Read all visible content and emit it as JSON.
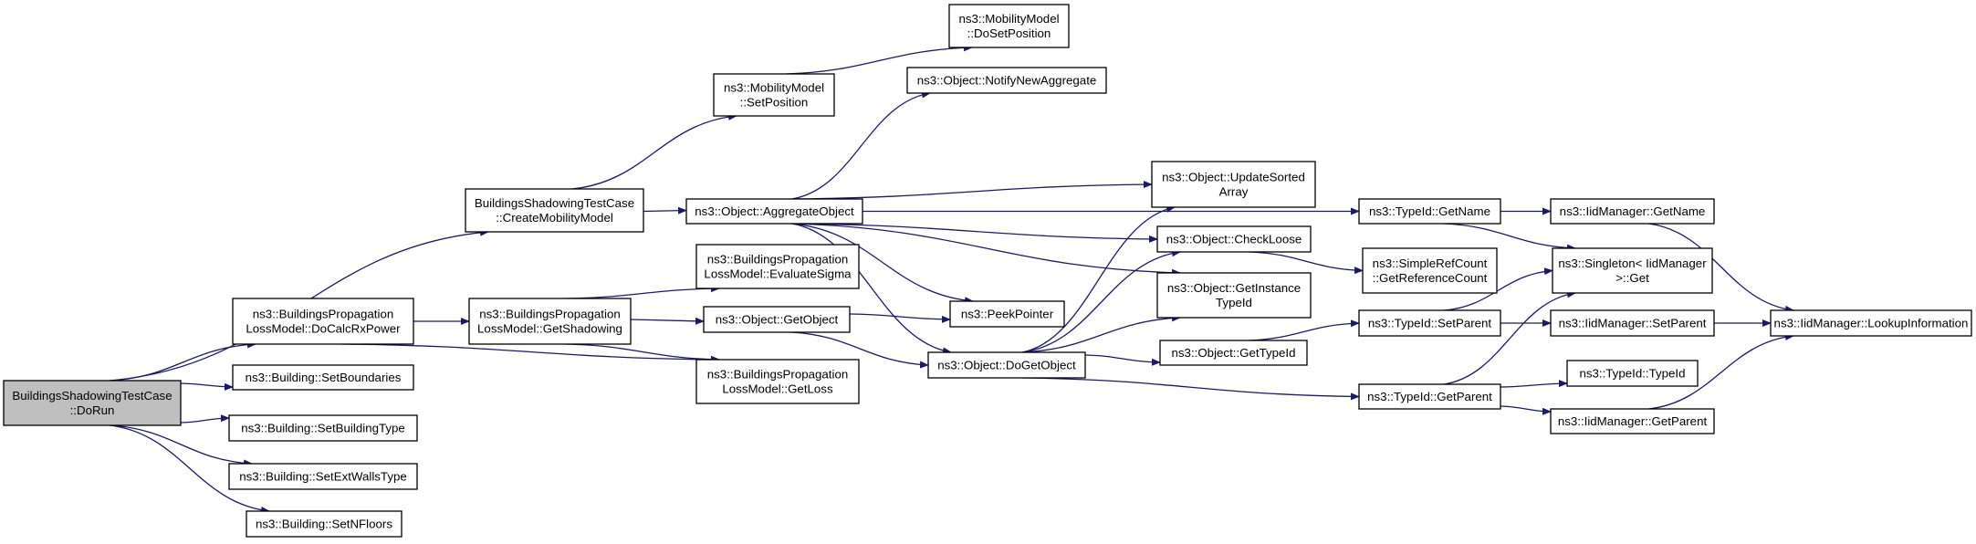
{
  "colors": {
    "edge": "#191970",
    "node_border": "#000000",
    "root_fill": "#bfbfbf",
    "node_fill": "#ffffff",
    "text": "#000000"
  },
  "nodes": {
    "dorun": {
      "lines": [
        "BuildingsShadowingTestCase",
        "::DoRun"
      ],
      "root": true
    },
    "createmob": {
      "lines": [
        "BuildingsShadowingTestCase",
        "::CreateMobilityModel"
      ]
    },
    "docalc": {
      "lines": [
        "ns3::BuildingsPropagation",
        "LossModel::DoCalcRxPower"
      ]
    },
    "setbound": {
      "lines": [
        "ns3::Building::SetBoundaries"
      ]
    },
    "setbtype": {
      "lines": [
        "ns3::Building::SetBuildingType"
      ]
    },
    "setext": {
      "lines": [
        "ns3::Building::SetExtWallsType"
      ]
    },
    "setnfl": {
      "lines": [
        "ns3::Building::SetNFloors"
      ]
    },
    "setpos": {
      "lines": [
        "ns3::MobilityModel",
        "::SetPosition"
      ]
    },
    "dosetpos": {
      "lines": [
        "ns3::MobilityModel",
        "::DoSetPosition"
      ]
    },
    "notify": {
      "lines": [
        "ns3::Object::NotifyNewAggregate"
      ]
    },
    "aggobj": {
      "lines": [
        "ns3::Object::AggregateObject"
      ]
    },
    "getshadow": {
      "lines": [
        "ns3::BuildingsPropagation",
        "LossModel::GetShadowing"
      ]
    },
    "evalsig": {
      "lines": [
        "ns3::BuildingsPropagation",
        "LossModel::EvaluateSigma"
      ]
    },
    "getobj": {
      "lines": [
        "ns3::Object::GetObject"
      ]
    },
    "getloss": {
      "lines": [
        "ns3::BuildingsPropagation",
        "LossModel::GetLoss"
      ]
    },
    "peek": {
      "lines": [
        "ns3::PeekPointer"
      ]
    },
    "dogetobj": {
      "lines": [
        "ns3::Object::DoGetObject"
      ]
    },
    "updsorted": {
      "lines": [
        "ns3::Object::UpdateSorted",
        "Array"
      ]
    },
    "checkloose": {
      "lines": [
        "ns3::Object::CheckLoose"
      ]
    },
    "getinst": {
      "lines": [
        "ns3::Object::GetInstance",
        "TypeId"
      ]
    },
    "gettypeid": {
      "lines": [
        "ns3::Object::GetTypeId"
      ]
    },
    "tgetname": {
      "lines": [
        "ns3::TypeId::GetName"
      ]
    },
    "getrefcnt": {
      "lines": [
        "ns3::SimpleRefCount",
        "::GetReferenceCount"
      ]
    },
    "tsetparent": {
      "lines": [
        "ns3::TypeId::SetParent"
      ]
    },
    "tgetparent": {
      "lines": [
        "ns3::TypeId::GetParent"
      ]
    },
    "igetname": {
      "lines": [
        "ns3::IidManager::GetName"
      ]
    },
    "singget": {
      "lines": [
        "ns3::Singleton< IidManager",
        " >::Get"
      ]
    },
    "isetparent": {
      "lines": [
        "ns3::IidManager::SetParent"
      ]
    },
    "ttypeid": {
      "lines": [
        "ns3::TypeId::TypeId"
      ]
    },
    "igetparent": {
      "lines": [
        "ns3::IidManager::GetParent"
      ]
    },
    "lookup": {
      "lines": [
        "ns3::IidManager::LookupInformation"
      ]
    }
  },
  "edges": [
    [
      "dorun",
      "createmob"
    ],
    [
      "dorun",
      "docalc"
    ],
    [
      "dorun",
      "setbound"
    ],
    [
      "dorun",
      "setbtype"
    ],
    [
      "dorun",
      "setext"
    ],
    [
      "dorun",
      "setnfl"
    ],
    [
      "createmob",
      "setpos"
    ],
    [
      "createmob",
      "aggobj"
    ],
    [
      "setpos",
      "dosetpos"
    ],
    [
      "aggobj",
      "notify"
    ],
    [
      "aggobj",
      "tgetname"
    ],
    [
      "aggobj",
      "updsorted"
    ],
    [
      "aggobj",
      "checkloose"
    ],
    [
      "aggobj",
      "getinst"
    ],
    [
      "aggobj",
      "peek"
    ],
    [
      "aggobj",
      "dogetobj"
    ],
    [
      "docalc",
      "getshadow"
    ],
    [
      "docalc",
      "getloss"
    ],
    [
      "getshadow",
      "evalsig"
    ],
    [
      "getshadow",
      "getobj"
    ],
    [
      "getshadow",
      "getloss"
    ],
    [
      "getobj",
      "peek"
    ],
    [
      "getobj",
      "dogetobj"
    ],
    [
      "dogetobj",
      "updsorted"
    ],
    [
      "dogetobj",
      "checkloose"
    ],
    [
      "dogetobj",
      "getinst"
    ],
    [
      "dogetobj",
      "gettypeid"
    ],
    [
      "dogetobj",
      "tgetparent"
    ],
    [
      "checkloose",
      "getrefcnt"
    ],
    [
      "gettypeid",
      "tsetparent"
    ],
    [
      "tgetname",
      "igetname"
    ],
    [
      "tgetname",
      "singget"
    ],
    [
      "tsetparent",
      "singget"
    ],
    [
      "tsetparent",
      "isetparent"
    ],
    [
      "tgetparent",
      "singget"
    ],
    [
      "tgetparent",
      "ttypeid"
    ],
    [
      "tgetparent",
      "igetparent"
    ],
    [
      "igetname",
      "lookup"
    ],
    [
      "isetparent",
      "lookup"
    ],
    [
      "igetparent",
      "lookup"
    ]
  ]
}
